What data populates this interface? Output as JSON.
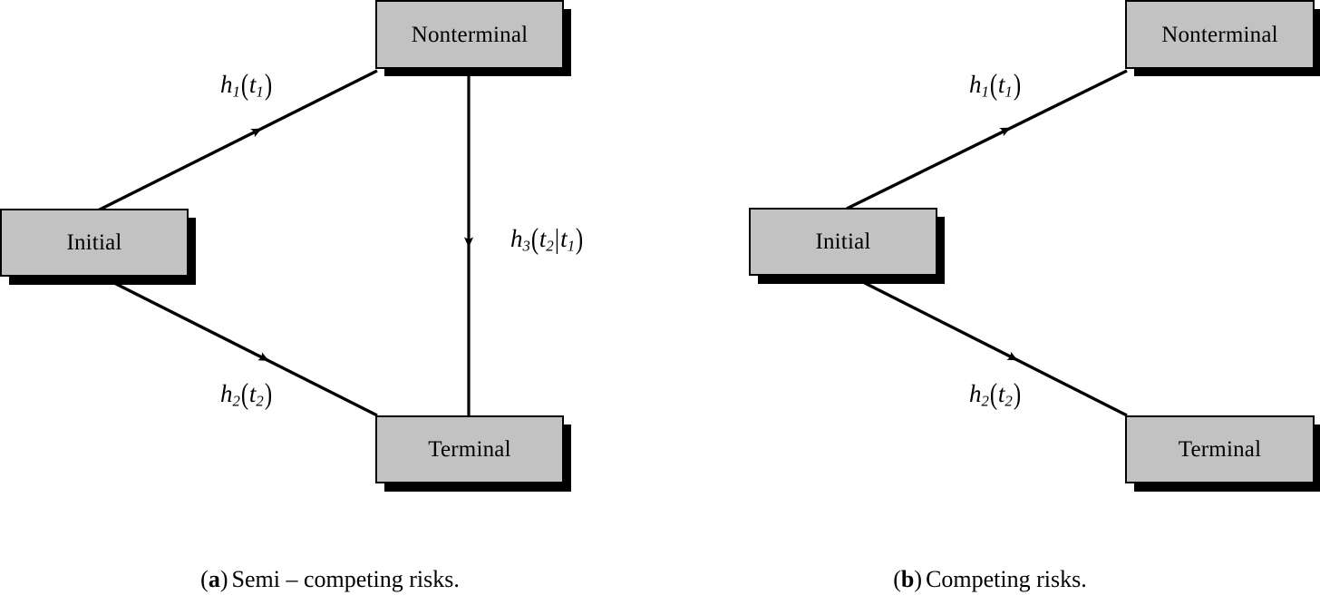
{
  "figure": {
    "background_color": "#ffffff",
    "node_fill_color": "#c2c2c2",
    "node_border_color": "#000000",
    "shadow_color": "#000000",
    "edge_color": "#000000"
  },
  "panels": [
    {
      "id": "a",
      "caption": {
        "tag_open": "(",
        "tag_letter": "a",
        "tag_close": ")",
        "text": "Semi – competing risks."
      },
      "nodes": [
        {
          "id": "initial",
          "label": "Initial"
        },
        {
          "id": "nonterminal",
          "label": "Nonterminal"
        },
        {
          "id": "terminal",
          "label": "Terminal"
        }
      ],
      "edges": [
        {
          "id": "initial-to-nonterminal",
          "from": "initial",
          "to": "nonterminal",
          "label": {
            "fn": "h",
            "fn_sub": "1",
            "arg": "t",
            "arg_sub": "1",
            "text": "h1(t1)"
          }
        },
        {
          "id": "initial-to-terminal",
          "from": "initial",
          "to": "terminal",
          "label": {
            "fn": "h",
            "fn_sub": "2",
            "arg": "t",
            "arg_sub": "2",
            "text": "h2(t2)"
          }
        },
        {
          "id": "nonterminal-to-terminal",
          "from": "nonterminal",
          "to": "terminal",
          "label": {
            "fn": "h",
            "fn_sub": "3",
            "arg": "t",
            "arg_sub": "2",
            "cond": "t",
            "cond_sub": "1",
            "text": "h3(t2|t1)"
          }
        }
      ]
    },
    {
      "id": "b",
      "caption": {
        "tag_open": "(",
        "tag_letter": "b",
        "tag_close": ")",
        "text": "Competing risks."
      },
      "nodes": [
        {
          "id": "initial",
          "label": "Initial"
        },
        {
          "id": "nonterminal",
          "label": "Nonterminal"
        },
        {
          "id": "terminal",
          "label": "Terminal"
        }
      ],
      "edges": [
        {
          "id": "initial-to-nonterminal",
          "from": "initial",
          "to": "nonterminal",
          "label": {
            "fn": "h",
            "fn_sub": "1",
            "arg": "t",
            "arg_sub": "1",
            "text": "h1(t1)"
          }
        },
        {
          "id": "initial-to-terminal",
          "from": "initial",
          "to": "terminal",
          "label": {
            "fn": "h",
            "fn_sub": "2",
            "arg": "t",
            "arg_sub": "2",
            "text": "h2(t2)"
          }
        }
      ]
    }
  ]
}
